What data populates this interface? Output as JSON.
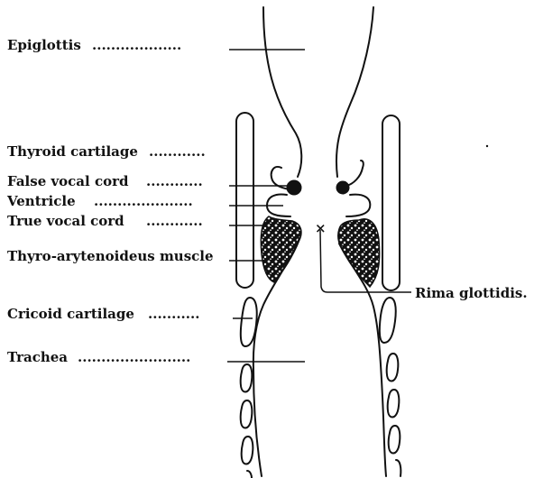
{
  "labels": {
    "epiglottis": "Epiglottis",
    "thyroid_cartilage": "Thyroid cartilage",
    "false_vocal_cord": "False vocal cord",
    "ventricle": "Ventricle",
    "true_vocal_cord": "True vocal cord",
    "thyro_arytenoideus": "Thyro-arytenoideus muscle",
    "cricoid_cartilage": "Cricoid cartilage",
    "trachea": "Trachea",
    "rima_glottidis": "Rima glottidis."
  },
  "marks": {
    "cross": "×"
  },
  "colors": {
    "ink": "#111111",
    "paper": "#ffffff"
  }
}
